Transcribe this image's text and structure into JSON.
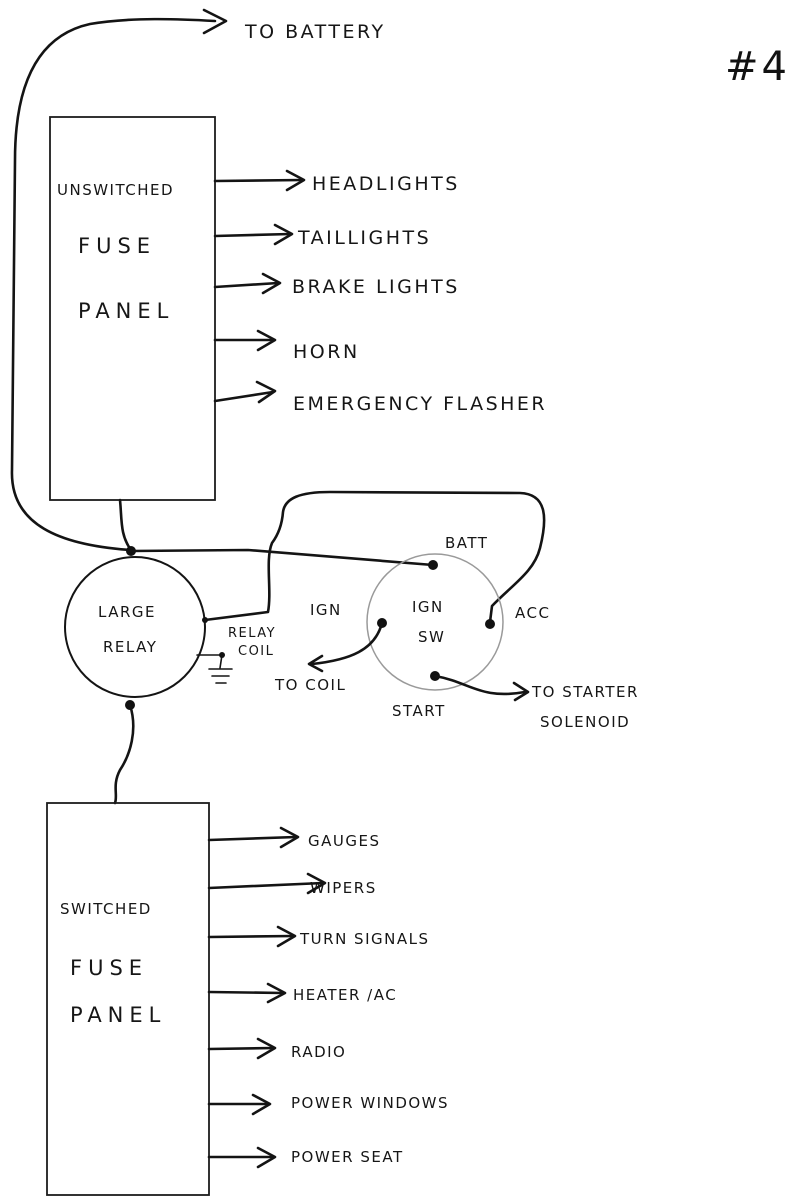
{
  "page_number": "#4",
  "battery_label": "TO BATTERY",
  "unswitched_panel": {
    "lines": [
      "UNSWITCHED",
      "FUSE",
      "PANEL"
    ],
    "outputs": [
      "HEADLIGHTS",
      "TAILLIGHTS",
      "BRAKE LIGHTS",
      "HORN",
      "EMERGENCY FLASHER"
    ]
  },
  "relay": {
    "lines": [
      "LARGE",
      "RELAY"
    ],
    "coil_lines": [
      "RELAY",
      "COIL"
    ]
  },
  "ignition_switch": {
    "lines": [
      "IGN",
      "SW"
    ],
    "terminals": {
      "batt": "BATT",
      "ign": "IGN",
      "acc": "ACC",
      "start": "START"
    },
    "to_coil": "TO COIL",
    "to_starter": [
      "TO STARTER",
      "SOLENOID"
    ]
  },
  "switched_panel": {
    "lines": [
      "SWITCHED",
      "FUSE",
      "PANEL"
    ],
    "outputs": [
      "GAUGES",
      "WIPERS",
      "TURN SIGNALS",
      "HEATER /AC",
      "RADIO",
      "POWER WINDOWS",
      "POWER SEAT"
    ]
  }
}
